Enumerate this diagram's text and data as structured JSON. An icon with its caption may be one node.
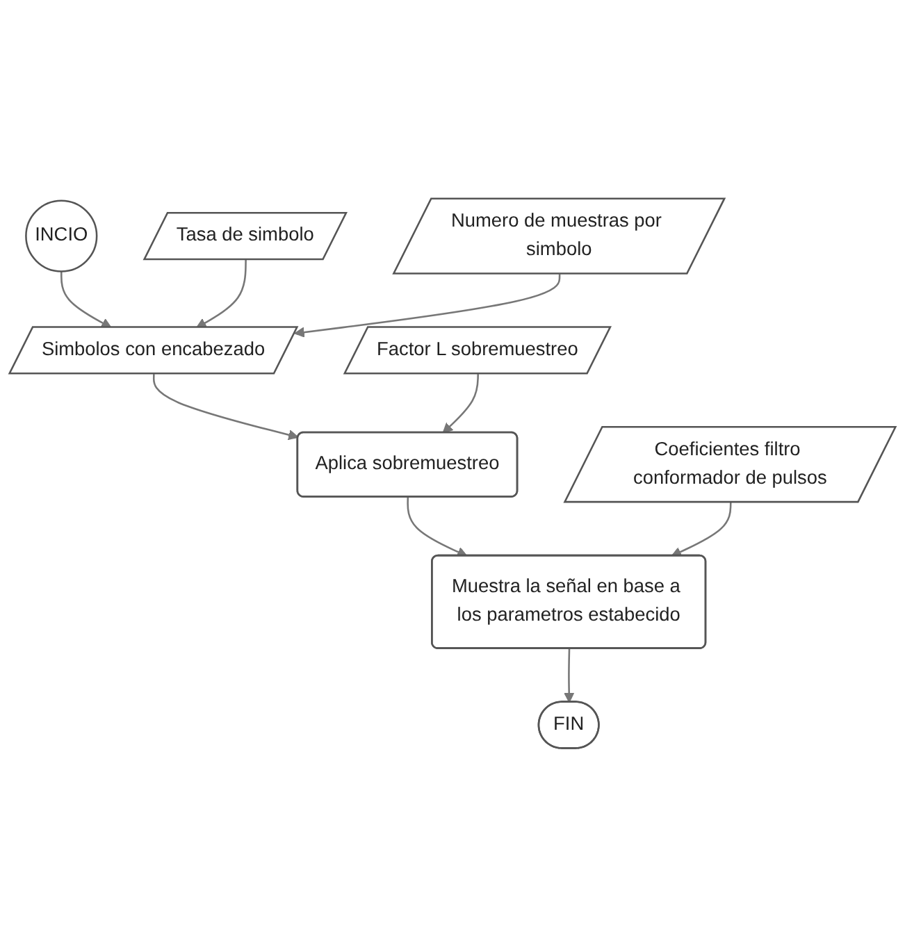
{
  "diagram": {
    "nodes": [
      {
        "text": [
          "INCIO"
        ]
      },
      {
        "text": [
          "Tasa de simbolo"
        ]
      },
      {
        "text": [
          "Simbolos con encabezado"
        ]
      },
      {
        "text": [
          "Numero de muestras por simbolo"
        ]
      },
      {
        "text": [
          "Factor L sobremuestreo"
        ]
      },
      {
        "text": [
          "Aplica sobremuestreo"
        ]
      },
      {
        "text": [
          "Coeficientes filtro conformador de pulsos"
        ]
      },
      {
        "text": [
          "Muestra la señal en base a los parametros estabecido"
        ]
      },
      {
        "text": [
          "FIN"
        ]
      }
    ],
    "edges": [
      {
        "from": 0,
        "to": 2,
        "arrow": "to"
      },
      {
        "from": 1,
        "to": 2,
        "arrow": "to"
      },
      {
        "from": 3,
        "to": 2,
        "arrow": "to"
      },
      {
        "from": 2,
        "to": 5,
        "arrow": "to"
      },
      {
        "from": 4,
        "to": 5,
        "arrow": "to"
      },
      {
        "from": 5,
        "to": 7,
        "arrow": "to"
      },
      {
        "from": 6,
        "to": 7,
        "arrow": "to"
      },
      {
        "from": 7,
        "to": 8,
        "arrow": "to"
      }
    ]
  }
}
